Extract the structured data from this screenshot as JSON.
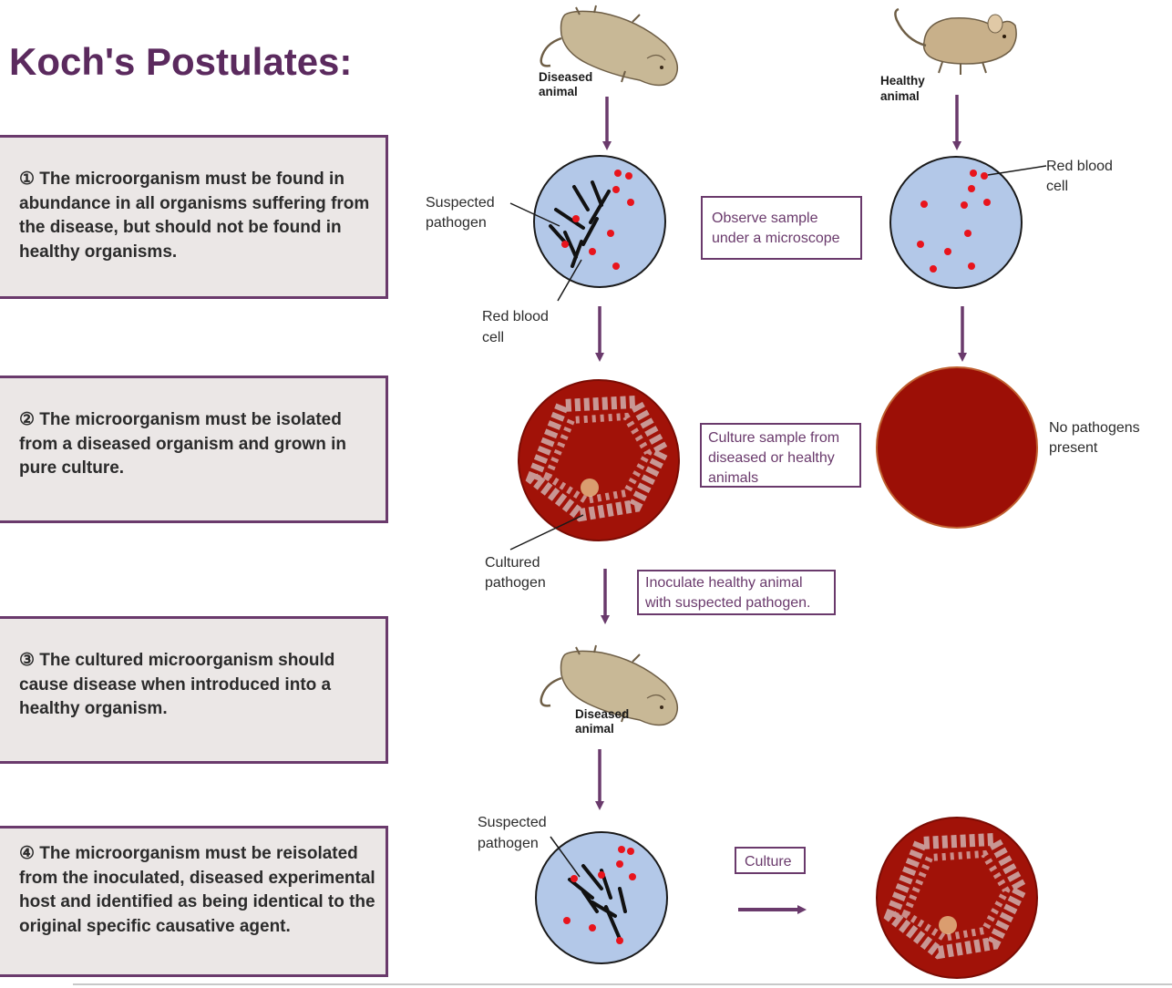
{
  "title": "Koch's Postulates:",
  "postulates": [
    {
      "text": "① The microorganism must be found in abundance in all organisms suffering from the disease, but should not be found in healthy organisms."
    },
    {
      "text": "② The microorganism must be isolated from a diseased organism and grown in pure culture."
    },
    {
      "text": "③ The cultured microorganism should cause disease when introduced into a healthy organism."
    },
    {
      "text": "④ The microorganism must be reisolated from the inoculated, diseased experimental host and identified as being identical to the original specific causative agent."
    }
  ],
  "labels": {
    "diseased_animal_1": [
      "Diseased",
      "animal"
    ],
    "healthy_animal": [
      "Healthy",
      "animal"
    ],
    "suspected_pathogen_1": [
      "Suspected",
      "pathogen"
    ],
    "red_blood_cell_1": [
      "Red blood",
      "cell"
    ],
    "red_blood_cell_2": [
      "Red blood",
      "cell"
    ],
    "cultured_pathogen": [
      "Cultured",
      "pathogen"
    ],
    "no_pathogens": [
      "No pathogens",
      "present"
    ],
    "diseased_animal_2": [
      "Diseased",
      "animal"
    ],
    "suspected_pathogen_2": [
      "Suspected",
      "pathogen"
    ]
  },
  "boxes": {
    "observe": [
      "Observe sample",
      "under a microscope"
    ],
    "culture_sample": [
      "Culture sample from",
      "diseased or healthy",
      "animals"
    ],
    "inoculate": [
      "Inoculate healthy animal",
      "with suspected pathogen."
    ],
    "culture": [
      "Culture"
    ]
  },
  "colors": {
    "title": "#5b2a5e",
    "accent": "#6a3a6c",
    "slide_fill": "#b3c8e8",
    "blood_cell": "#e8141c",
    "agar": "#9c0f06",
    "mouse": "#c8b896"
  }
}
